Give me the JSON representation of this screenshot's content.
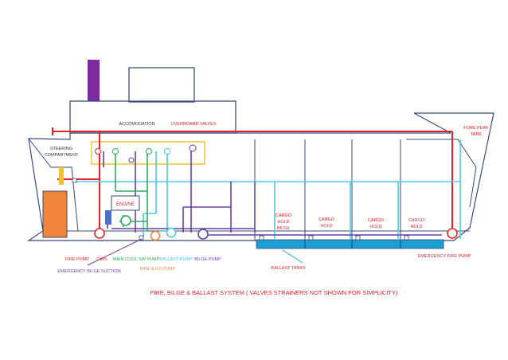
{
  "title": "FIRE, BILGE & BALLAST SYSTEM ( VALVES STRAINERS NOT SHOWN FOR SIMPLICITY)",
  "labels": {
    "accommodation": "ACCOMODATION",
    "overboard_valves": "OVERBOARD VALVES",
    "fore_peak_tank_line1": "FORE PEAK",
    "fore_peak_tank_line2": "TANK",
    "steering_line1": "STEERING",
    "steering_line2": "COMPARTMENT",
    "engine": "ENGINE",
    "cargo_hold_bilge_line1": "CARGO",
    "cargo_hold_bilge_line2": "HOLD",
    "cargo_hold_bilge_line3": "BILGE",
    "cargo_hold_1_line1": "CARGO",
    "cargo_hold_1_line2": "HOLD",
    "cargo_hold_2_line1": "CARGO",
    "cargo_hold_2_line2": "HOLD",
    "cargo_hold_3_line1": "CARGO",
    "cargo_hold_3_line2": "HOLD",
    "emergency_fire_pump": "EMERGENCY FIRE PUMP",
    "ballast_tanks": "BALLAST TANKS",
    "fire_pump": "FIRE PUMP",
    "ows": "OWS",
    "main_cool_sw_pump": "MAIN COOL SW PUMP",
    "ballast_pump": "BALLAST PUMP",
    "bilge_pump": "BILGE PUMP",
    "fire_gs_pump": "FIRE & GS PUMP",
    "emergency_bilge_suction": "EMERGENCY BILGE SUCTION"
  },
  "colors": {
    "hull": "#3a4a7a",
    "fire": "#e8202a",
    "ballast": "#4ec9e0",
    "bilge": "#6a3fa6",
    "cooling": "#2bab5a",
    "funnel": "#7b2aa0",
    "engine_block": "#f0853a",
    "ballast_tank": "#1a9ed4",
    "valve_box": "#f0c22a",
    "fire_gs_label": "#f0853a",
    "title": "#e8202a"
  }
}
